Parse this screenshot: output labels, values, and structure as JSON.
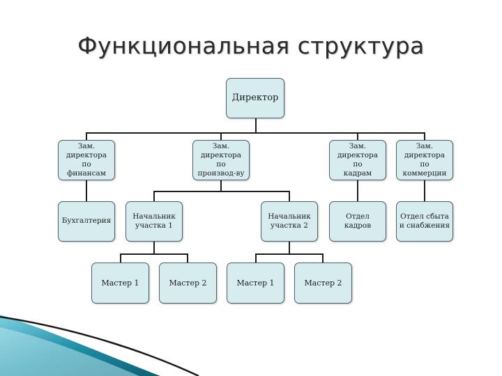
{
  "title": "Функциональная структура",
  "nodes": {
    "director": "Директор",
    "deputy_finance": "Зам.\nдиректора по\nфинансам",
    "deputy_production": "Зам.\nдиректора по\nпроизвод-ву",
    "deputy_hr": "Зам.\nдиректора по\nкадрам",
    "deputy_commerce": "Зам.\nдиректора по\nкоммерции",
    "accounting": "Бухгалтерия",
    "section_head_1": "Начальник\nучастка 1",
    "section_head_2": "Начальник\nучастка 2",
    "hr_department": "Отдел\nкадров",
    "sales_supply_department": "Отдел сбыта\nи снабжения",
    "master_1a": "Мастер 1",
    "master_2a": "Мастер 2",
    "master_1b": "Мастер 1",
    "master_2b": "Мастер 2"
  },
  "colors": {
    "node_fill": "#d7ecef",
    "node_border": "#4f5f66",
    "connector": "#1c1c1c",
    "accent_teal": "#1f8fa8"
  }
}
